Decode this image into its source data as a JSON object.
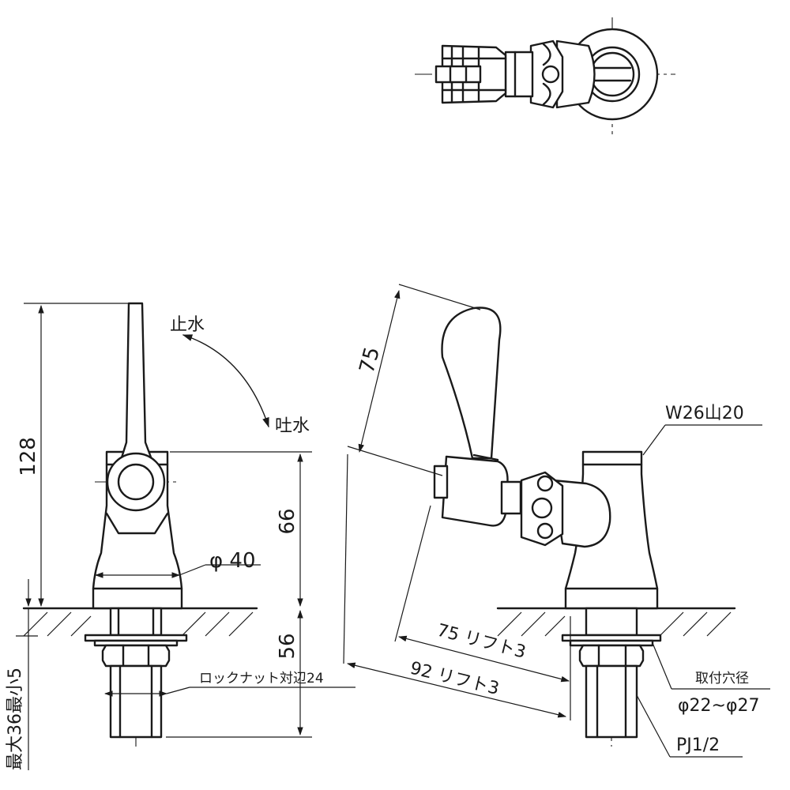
{
  "labels": {
    "stop_water": "止水",
    "discharge_water": "吐水",
    "dim_128": "128",
    "dim_66": "66",
    "dim_56": "56",
    "dim_phi40": "φ 40",
    "locknut": "ロックナット対辺24",
    "max_min": "最大36最小5",
    "dim_75_handle": "75",
    "lift_75": "75 リフト3",
    "lift_92": "92 リフト3",
    "thread": "W26山20",
    "mount_hole_title": "取付穴径",
    "mount_hole_range": "φ22~φ27",
    "pipe_thread": "PJ1/2"
  },
  "colors": {
    "line": "#1a1a1a",
    "background": "#ffffff"
  }
}
